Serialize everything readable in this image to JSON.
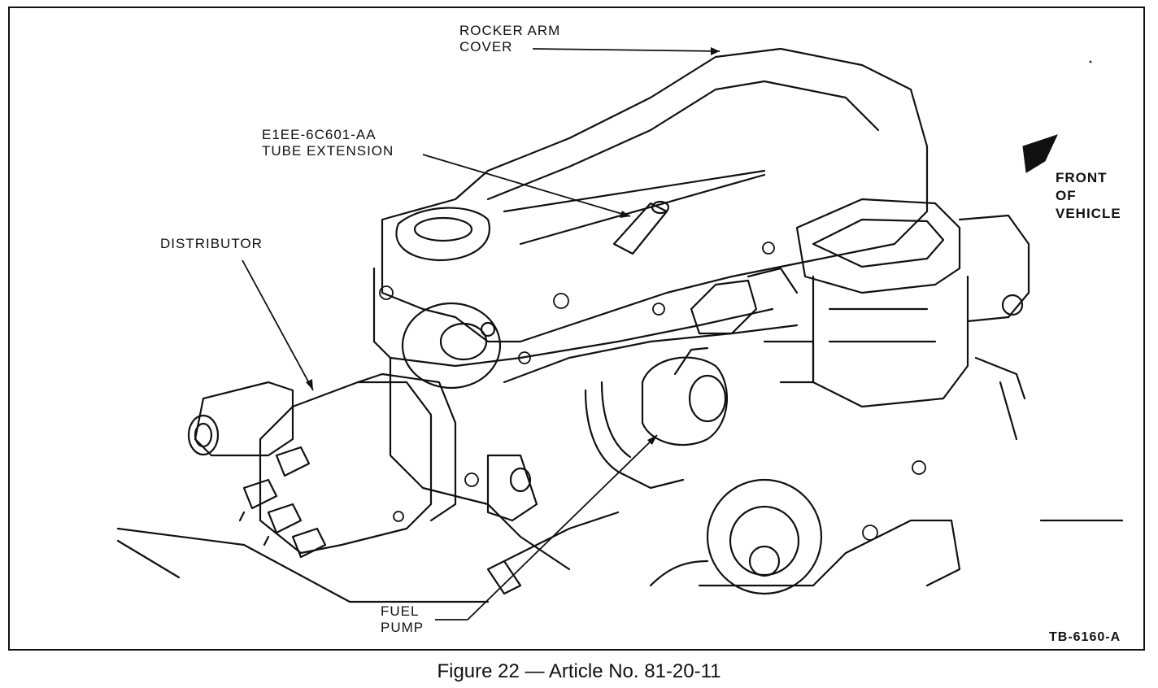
{
  "figure": {
    "caption": "Figure 22 — Article No. 81-20-11",
    "figure_id": "TB-6160-A"
  },
  "callouts": {
    "rocker_arm_cover": [
      "ROCKER ARM",
      "COVER"
    ],
    "tube_extension": [
      "E1EE-6C601-AA",
      "TUBE EXTENSION"
    ],
    "distributor": "DISTRIBUTOR",
    "fuel_pump": [
      "FUEL",
      "PUMP"
    ],
    "front_of_vehicle": [
      "FRONT",
      "OF",
      "VEHICLE"
    ]
  },
  "icons": {
    "front_arrow": "arrow-icon"
  }
}
